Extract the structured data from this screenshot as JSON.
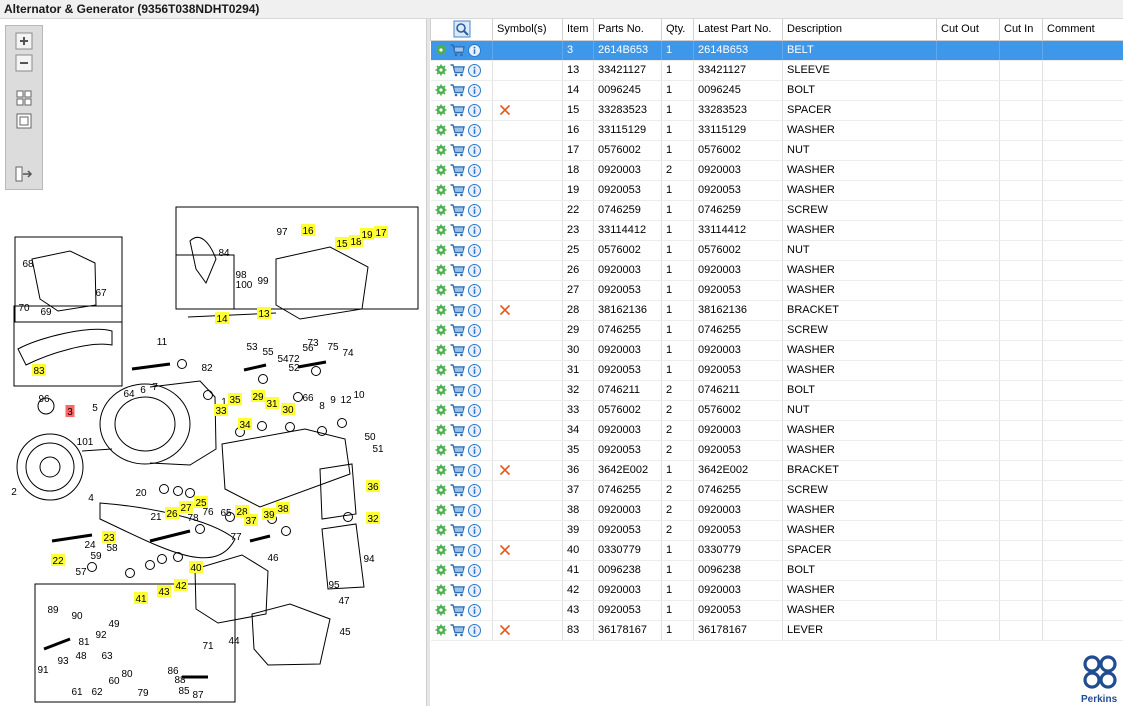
{
  "window": {
    "title": "Alternator & Generator (9356T038NDHT0294)"
  },
  "toolbox": {
    "buttons": [
      "zoom-in-icon",
      "zoom-out-icon",
      "fit-all-icon",
      "actual-size-icon",
      "export-list-icon"
    ]
  },
  "diagram": {
    "callouts": [
      {
        "label": "3",
        "highlight": "red"
      },
      {
        "label": "13",
        "highlight": "yellow"
      },
      {
        "label": "14",
        "highlight": "yellow"
      },
      {
        "label": "15",
        "highlight": "yellow"
      },
      {
        "label": "16",
        "highlight": "yellow"
      },
      {
        "label": "17",
        "highlight": "yellow"
      },
      {
        "label": "18",
        "highlight": "yellow"
      },
      {
        "label": "19",
        "highlight": "yellow"
      },
      {
        "label": "22",
        "highlight": "yellow"
      },
      {
        "label": "23",
        "highlight": "yellow"
      },
      {
        "label": "25",
        "highlight": "yellow"
      },
      {
        "label": "26",
        "highlight": "yellow"
      },
      {
        "label": "27",
        "highlight": "yellow"
      },
      {
        "label": "28",
        "highlight": "yellow"
      },
      {
        "label": "29",
        "highlight": "yellow"
      },
      {
        "label": "30",
        "highlight": "yellow"
      },
      {
        "label": "31",
        "highlight": "yellow"
      },
      {
        "label": "32",
        "highlight": "yellow"
      },
      {
        "label": "33",
        "highlight": "yellow"
      },
      {
        "label": "34",
        "highlight": "yellow"
      },
      {
        "label": "35",
        "highlight": "yellow"
      },
      {
        "label": "36",
        "highlight": "yellow"
      },
      {
        "label": "37",
        "highlight": "yellow"
      },
      {
        "label": "38",
        "highlight": "yellow"
      },
      {
        "label": "39",
        "highlight": "yellow"
      },
      {
        "label": "40",
        "highlight": "yellow"
      },
      {
        "label": "41",
        "highlight": "yellow"
      },
      {
        "label": "42",
        "highlight": "yellow"
      },
      {
        "label": "43",
        "highlight": "yellow"
      },
      {
        "label": "83",
        "highlight": "yellow"
      }
    ],
    "labels": [
      "1",
      "2",
      "4",
      "5",
      "6",
      "7",
      "8",
      "9",
      "10",
      "11",
      "12",
      "20",
      "21",
      "24",
      "44",
      "45",
      "46",
      "47",
      "48",
      "49",
      "50",
      "51",
      "52",
      "53",
      "54",
      "55",
      "56",
      "57",
      "58",
      "59",
      "60",
      "61",
      "62",
      "63",
      "64",
      "65",
      "66",
      "67",
      "68",
      "69",
      "70",
      "71",
      "72",
      "73",
      "74",
      "75",
      "76",
      "77",
      "78",
      "79",
      "80",
      "81",
      "82",
      "84",
      "85",
      "86",
      "87",
      "88",
      "89",
      "90",
      "91",
      "92",
      "93",
      "94",
      "95",
      "96",
      "97",
      "98",
      "99",
      "100",
      "101"
    ]
  },
  "parts_table": {
    "columns": [
      "",
      "Symbol(s)",
      "Item",
      "Parts No.",
      "Qty.",
      "Latest Part No.",
      "Description",
      "Cut Out",
      "Cut In",
      "Comment"
    ],
    "selected_index": 0,
    "rows": [
      {
        "symbol": "",
        "item": "3",
        "part": "2614B653",
        "qty": "1",
        "latest": "2614B653",
        "desc": "BELT"
      },
      {
        "symbol": "",
        "item": "13",
        "part": "33421127",
        "qty": "1",
        "latest": "33421127",
        "desc": "SLEEVE"
      },
      {
        "symbol": "",
        "item": "14",
        "part": "0096245",
        "qty": "1",
        "latest": "0096245",
        "desc": "BOLT"
      },
      {
        "symbol": "x",
        "item": "15",
        "part": "33283523",
        "qty": "1",
        "latest": "33283523",
        "desc": "SPACER"
      },
      {
        "symbol": "",
        "item": "16",
        "part": "33115129",
        "qty": "1",
        "latest": "33115129",
        "desc": "WASHER"
      },
      {
        "symbol": "",
        "item": "17",
        "part": "0576002",
        "qty": "1",
        "latest": "0576002",
        "desc": "NUT"
      },
      {
        "symbol": "",
        "item": "18",
        "part": "0920003",
        "qty": "2",
        "latest": "0920003",
        "desc": "WASHER"
      },
      {
        "symbol": "",
        "item": "19",
        "part": "0920053",
        "qty": "1",
        "latest": "0920053",
        "desc": "WASHER"
      },
      {
        "symbol": "",
        "item": "22",
        "part": "0746259",
        "qty": "1",
        "latest": "0746259",
        "desc": "SCREW"
      },
      {
        "symbol": "",
        "item": "23",
        "part": "33114412",
        "qty": "1",
        "latest": "33114412",
        "desc": "WASHER"
      },
      {
        "symbol": "",
        "item": "25",
        "part": "0576002",
        "qty": "1",
        "latest": "0576002",
        "desc": "NUT"
      },
      {
        "symbol": "",
        "item": "26",
        "part": "0920003",
        "qty": "1",
        "latest": "0920003",
        "desc": "WASHER"
      },
      {
        "symbol": "",
        "item": "27",
        "part": "0920053",
        "qty": "1",
        "latest": "0920053",
        "desc": "WASHER"
      },
      {
        "symbol": "x",
        "item": "28",
        "part": "38162136",
        "qty": "1",
        "latest": "38162136",
        "desc": "BRACKET"
      },
      {
        "symbol": "",
        "item": "29",
        "part": "0746255",
        "qty": "1",
        "latest": "0746255",
        "desc": "SCREW"
      },
      {
        "symbol": "",
        "item": "30",
        "part": "0920003",
        "qty": "1",
        "latest": "0920003",
        "desc": "WASHER"
      },
      {
        "symbol": "",
        "item": "31",
        "part": "0920053",
        "qty": "1",
        "latest": "0920053",
        "desc": "WASHER"
      },
      {
        "symbol": "",
        "item": "32",
        "part": "0746211",
        "qty": "2",
        "latest": "0746211",
        "desc": "BOLT"
      },
      {
        "symbol": "",
        "item": "33",
        "part": "0576002",
        "qty": "2",
        "latest": "0576002",
        "desc": "NUT"
      },
      {
        "symbol": "",
        "item": "34",
        "part": "0920003",
        "qty": "2",
        "latest": "0920003",
        "desc": "WASHER"
      },
      {
        "symbol": "",
        "item": "35",
        "part": "0920053",
        "qty": "2",
        "latest": "0920053",
        "desc": "WASHER"
      },
      {
        "symbol": "x",
        "item": "36",
        "part": "3642E002",
        "qty": "1",
        "latest": "3642E002",
        "desc": "BRACKET"
      },
      {
        "symbol": "",
        "item": "37",
        "part": "0746255",
        "qty": "2",
        "latest": "0746255",
        "desc": "SCREW"
      },
      {
        "symbol": "",
        "item": "38",
        "part": "0920003",
        "qty": "2",
        "latest": "0920003",
        "desc": "WASHER"
      },
      {
        "symbol": "",
        "item": "39",
        "part": "0920053",
        "qty": "2",
        "latest": "0920053",
        "desc": "WASHER"
      },
      {
        "symbol": "x",
        "item": "40",
        "part": "0330779",
        "qty": "1",
        "latest": "0330779",
        "desc": "SPACER"
      },
      {
        "symbol": "",
        "item": "41",
        "part": "0096238",
        "qty": "1",
        "latest": "0096238",
        "desc": "BOLT"
      },
      {
        "symbol": "",
        "item": "42",
        "part": "0920003",
        "qty": "1",
        "latest": "0920003",
        "desc": "WASHER"
      },
      {
        "symbol": "",
        "item": "43",
        "part": "0920053",
        "qty": "1",
        "latest": "0920053",
        "desc": "WASHER"
      },
      {
        "symbol": "x",
        "item": "83",
        "part": "36178167",
        "qty": "1",
        "latest": "36178167",
        "desc": "LEVER"
      }
    ]
  },
  "logo": {
    "text": "Perkins"
  },
  "colors": {
    "selection": "#3f97ea",
    "callout_yellow": "#ffff33",
    "callout_red": "#ff6666",
    "symbol_x": "#e25a1c",
    "gear_green": "#4caf50",
    "cart_blue": "#2f6db5",
    "info_blue": "#2b78d0",
    "logo_blue": "#1f4d8f"
  }
}
